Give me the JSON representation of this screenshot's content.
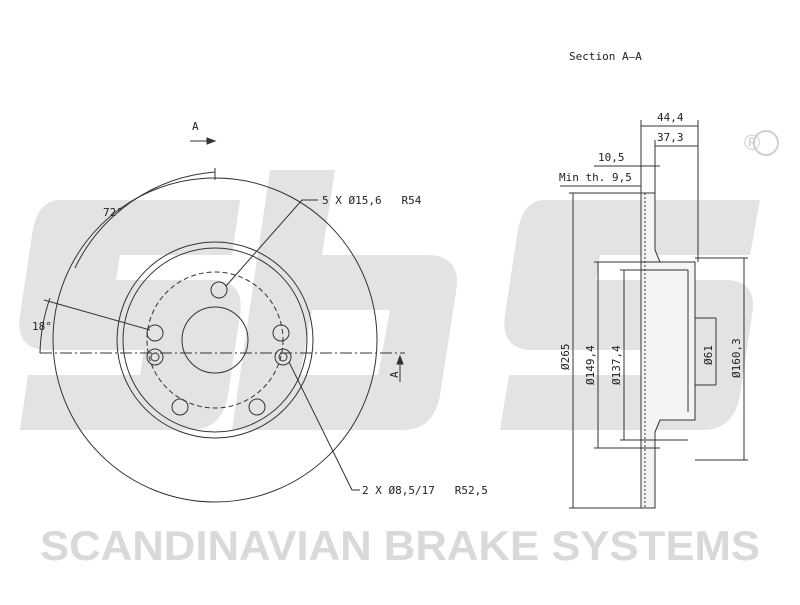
{
  "diagram": {
    "section_title": "Section A–A",
    "section_marker_top": "A",
    "section_marker_right": "A",
    "angle_72": "72°",
    "angle_18": "18°",
    "bolt_holes_label": "5 X Ø15,6   R54",
    "pin_holes_label": "2 X Ø8,5/17   R52,5",
    "dim_44_4": "44,4",
    "dim_37_3": "37,3",
    "dim_10_5": "10,5",
    "min_th_label": "Min th. 9,5",
    "dia_265": "Ø265",
    "dia_149_4": "Ø149,4",
    "dia_137_4": "Ø137,4",
    "dia_61": "Ø61",
    "dia_160_3": "Ø160,3"
  },
  "watermark": {
    "brand_text": "SCANDINAVIAN BRAKE SYSTEMS",
    "registered_mark": "®",
    "logo_text": "sbs"
  }
}
